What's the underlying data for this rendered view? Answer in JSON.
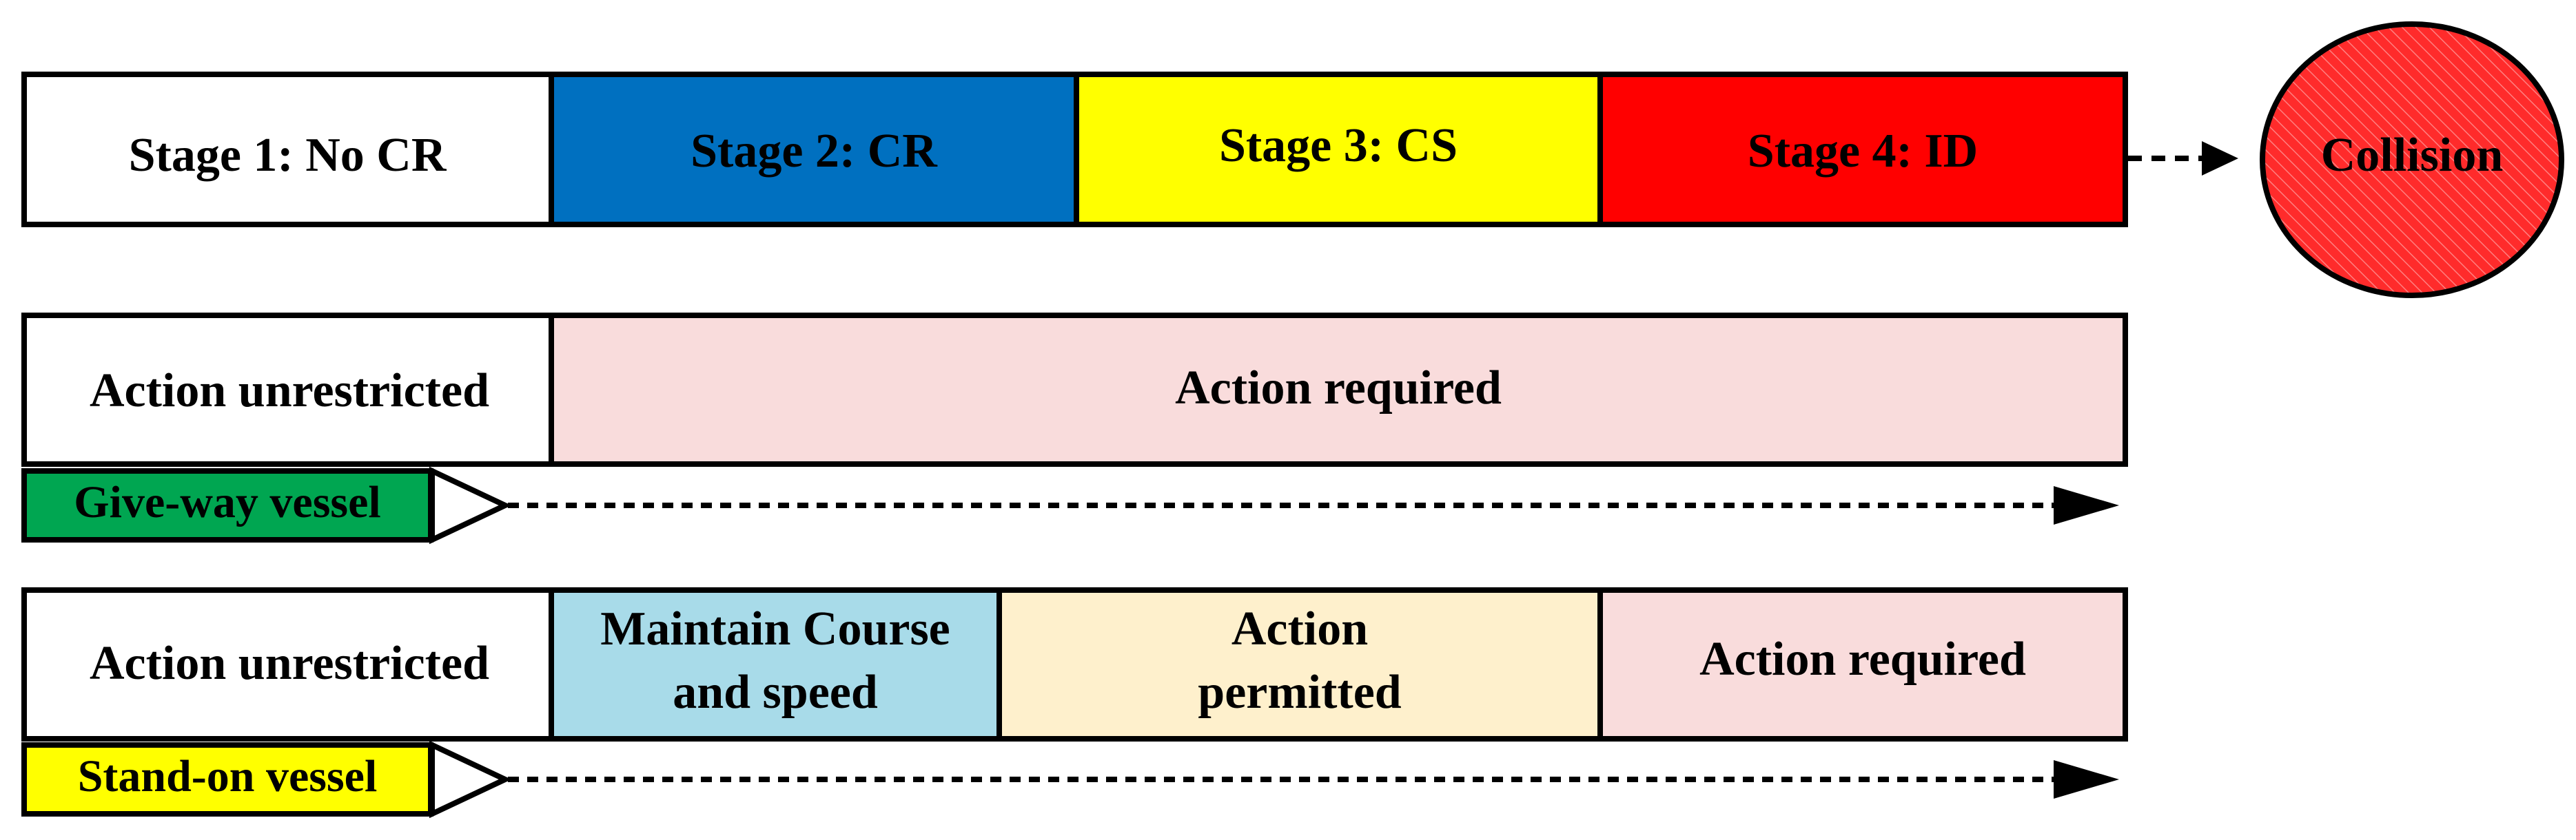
{
  "stages": [
    {
      "label": "Stage 1: No CR",
      "color": "#ffffff"
    },
    {
      "label": "Stage 2: CR",
      "color": "#0070c0"
    },
    {
      "label": "Stage 3: CS",
      "color": "#ffff00"
    },
    {
      "label": "Stage 4: ID",
      "color": "#ff0000"
    }
  ],
  "collision": {
    "label": "Collision",
    "color": "#ff2b2b"
  },
  "give_way": {
    "vessel_label": "Give-way vessel",
    "vessel_color": "#00a651",
    "phases": [
      {
        "label": "Action unrestricted",
        "color": "#ffffff"
      },
      {
        "label": "Action required",
        "color": "#f9dcdc"
      }
    ]
  },
  "stand_on": {
    "vessel_label": "Stand-on vessel",
    "vessel_color": "#ffff00",
    "phases": [
      {
        "label": "Action unrestricted",
        "color": "#ffffff"
      },
      {
        "label_line1": "Maintain Course",
        "label_line2": "and speed",
        "color": "#a8dbe9"
      },
      {
        "label_line1": "Action",
        "label_line2": "permitted",
        "color": "#fef0cc"
      },
      {
        "label": "Action required",
        "color": "#f9dcdc"
      }
    ]
  },
  "line_color": "#000000"
}
